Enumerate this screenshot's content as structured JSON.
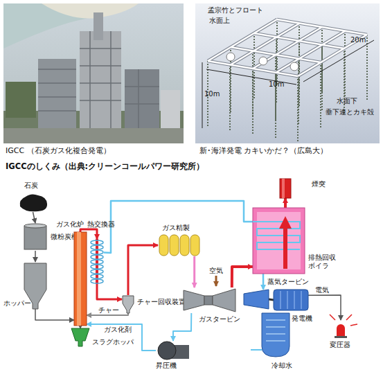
{
  "diagram": {
    "title": "IGCCのしくみ（出典:クリーンコールパワー研究所）",
    "nodes": [
      {
        "text": [
          "石炭"
        ]
      },
      {
        "text": [
          "微粉炭機"
        ]
      },
      {
        "text": [
          "ホッパー"
        ]
      },
      {
        "text": [
          "ガス化炉"
        ]
      },
      {
        "text": [
          "熱交換器"
        ]
      },
      {
        "text": [
          "スラグホッパ"
        ]
      },
      {
        "text": [
          "チャー回収装置"
        ]
      },
      {
        "text": [
          "ガス精製"
        ]
      },
      {
        "text": [
          "ガスタービン"
        ]
      },
      {
        "text": [
          "排熱回収ボイラ"
        ]
      },
      {
        "text": [
          "煙突"
        ]
      },
      {
        "text": [
          "蒸気タービン"
        ]
      },
      {
        "text": [
          "発電機"
        ]
      },
      {
        "text": [
          "変圧器"
        ]
      },
      {
        "text": [
          "昇圧機"
        ]
      }
    ],
    "edges": [
      {
        "from": 0,
        "to": 1,
        "arrow": "to"
      },
      {
        "from": 1,
        "to": 2,
        "arrow": "to"
      },
      {
        "from": 2,
        "to": 3,
        "arrow": "to"
      },
      {
        "from": 3,
        "to": 4,
        "arrow": "to"
      },
      {
        "from": 4,
        "to": 6,
        "arrow": "to"
      },
      {
        "from": 6,
        "to": 7,
        "arrow": "to"
      },
      {
        "from": 7,
        "to": 8,
        "arrow": "to"
      },
      {
        "from": 6,
        "to": 3,
        "label": "チャー",
        "arrow": "to"
      },
      {
        "from": 14,
        "to": 3,
        "label": "ガス化剤",
        "arrow": "to"
      },
      {
        "from": 8,
        "to": 14,
        "arrow": "to"
      },
      {
        "from": 8,
        "to": 9,
        "arrow": "to"
      },
      {
        "from": 9,
        "to": 10,
        "arrow": "to"
      },
      {
        "from": 9,
        "to": 11,
        "arrow": "to"
      },
      {
        "from": 4,
        "to": 9,
        "arrow": "none"
      },
      {
        "from": 11,
        "to": 12,
        "arrow": "none"
      },
      {
        "from": 12,
        "to": 13,
        "label": "電気",
        "arrow": "to"
      },
      {
        "from": 3,
        "to": 5,
        "arrow": "to"
      }
    ],
    "labels": [
      "IGCC （石炭ガス化複合発電）",
      "孟宗竹とフロート",
      "水面上",
      "20m",
      "10m",
      "10m",
      "水面下",
      "垂下連とカキ殻",
      "新･海洋発電 カキいかだ？（広島大）",
      "空気",
      "冷却水"
    ]
  }
}
